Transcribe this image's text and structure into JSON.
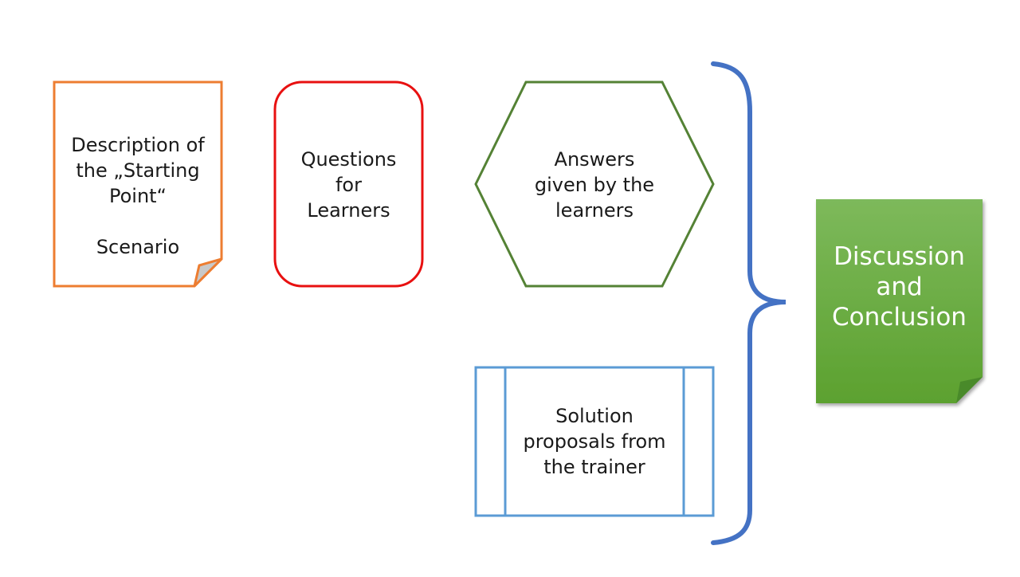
{
  "shapes": {
    "starting_point": {
      "text": "Description of\nthe „Starting\nPoint“\n\nScenario",
      "stroke": "#ED7D31"
    },
    "questions": {
      "text": "Questions\nfor\nLearners",
      "stroke": "#E81010"
    },
    "answers": {
      "text": "Answers\ngiven by the\nlearners",
      "stroke": "#548235"
    },
    "solutions": {
      "text": "Solution\nproposals from\nthe trainer",
      "stroke": "#5B9BD5"
    },
    "conclusion": {
      "text": "Discussion\nand\nConclusion",
      "fill_top": "#7DB95B",
      "fill_bottom": "#5CA12F",
      "text_color": "#FFFFFF"
    }
  },
  "brace": {
    "stroke": "#4472C4"
  }
}
